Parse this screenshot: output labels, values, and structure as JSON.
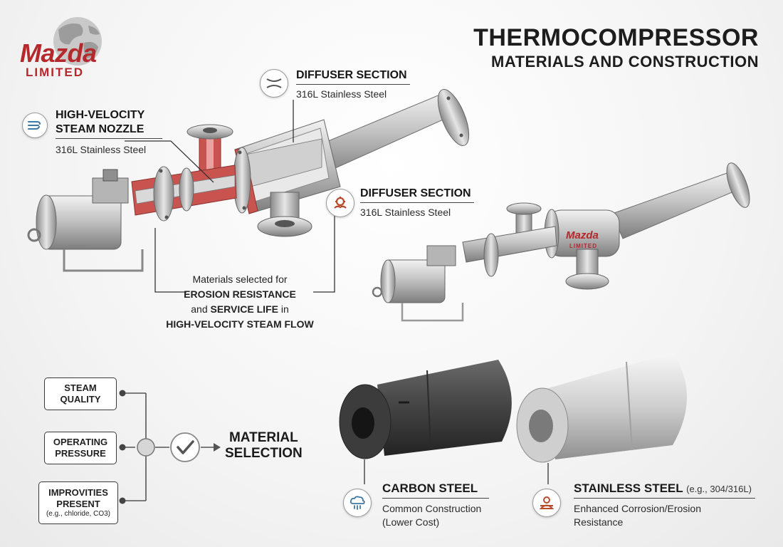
{
  "logo": {
    "name": "Mazda",
    "tagline": "LIMITED"
  },
  "title": {
    "line1": "THERMOCOMPRESSOR",
    "line2": "MATERIALS AND CONSTRUCTION"
  },
  "callouts": {
    "nozzle": {
      "title_line1": "HIGH-VELOCITY",
      "title_line2": "STEAM NOZZLE",
      "material": "316L Stainless Steel"
    },
    "diffuser_top": {
      "title": "DIFFUSER SECTION",
      "material": "316L Stainless Steel"
    },
    "diffuser_mid": {
      "title": "DIFFUSER SECTION",
      "material": "316L Stainless Steel"
    }
  },
  "note": {
    "line1": "Materials selected for",
    "line2_bold": "EROSION RESISTANCE",
    "line3_pre": "and ",
    "line3_bold": "SERVICE LIFE",
    "line3_post": " in",
    "line4_bold": "HIGH-VELOCITY STEAM FLOW"
  },
  "factors": [
    {
      "line1": "STEAM",
      "line2": "QUALITY",
      "small": ""
    },
    {
      "line1": "OPERATING",
      "line2": "PRESSURE",
      "small": ""
    },
    {
      "line1": "IMPROVITIES",
      "line2": "PRESENT",
      "small": "(e.g., chloride, CO3)"
    }
  ],
  "selection": {
    "line1": "MATERIAL",
    "line2": "SELECTION"
  },
  "materials": {
    "carbon": {
      "title": "CARBON STEEL",
      "desc_line1": "Common Construction",
      "desc_line2": "(Lower Cost)"
    },
    "stainless": {
      "title": "STAINLESS STEEL",
      "title_suffix": "(e.g., 304/316L)",
      "desc_line1": "Enhanced Corrosion/Erosion",
      "desc_line2": "Resistance"
    }
  },
  "colors": {
    "brand_red": "#b5282b",
    "cutaway_red": "#c9534f",
    "icon_orange": "#b84a2a",
    "icon_blue": "#3f77a5"
  }
}
